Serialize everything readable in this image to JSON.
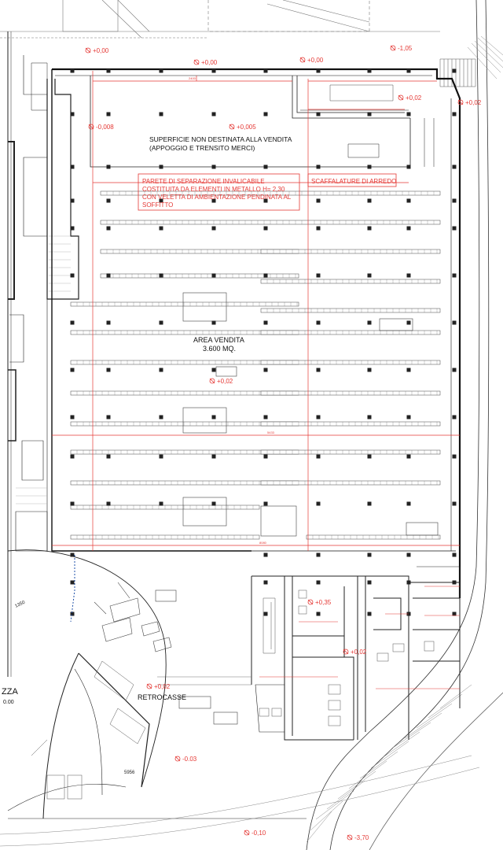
{
  "plan": {
    "areas": {
      "non_sales": {
        "title": "SUPERFICIE NON DESTINATA ALLA VENDITA",
        "subtitle": "(APPOGGIO E TRENSITO MERCI)"
      },
      "sales": {
        "title": "AREA VENDITA",
        "subtitle": "3.600 MQ."
      },
      "retrocasse": "RETROCASSE",
      "piazza": {
        "title": "ZZA",
        "subtitle": "0.00"
      }
    },
    "annotations": {
      "partition": [
        "PARETE DI SEPARAZIONE INVALICABILE",
        "COSTITUITA DA ELEMENTI IN METALLO H= 2,30",
        "CON VELETTA DI AMBIENTAZIONE PENDINATA AL",
        "SOFFITTO"
      ],
      "shelving": "SCAFFALATURE DI ARREDO"
    },
    "elevations": [
      {
        "label": "+0,00"
      },
      {
        "label": "+0,00"
      },
      {
        "label": "+0,00"
      },
      {
        "label": "-1,05"
      },
      {
        "label": "+0,02"
      },
      {
        "label": "+0,02"
      },
      {
        "label": "-0,008"
      },
      {
        "label": "+0,005"
      },
      {
        "label": "+0,02"
      },
      {
        "label": "+0,35"
      },
      {
        "label": "+0,02"
      },
      {
        "label": "+0,02"
      },
      {
        "label": "-0.03"
      },
      {
        "label": "-0,10"
      },
      {
        "label": "-3,70"
      }
    ],
    "dimensions": [
      "1350",
      "5956",
      "5433",
      "8080",
      "2400"
    ],
    "colors": {
      "annotation": "#e53935",
      "lines": "#222222"
    }
  }
}
